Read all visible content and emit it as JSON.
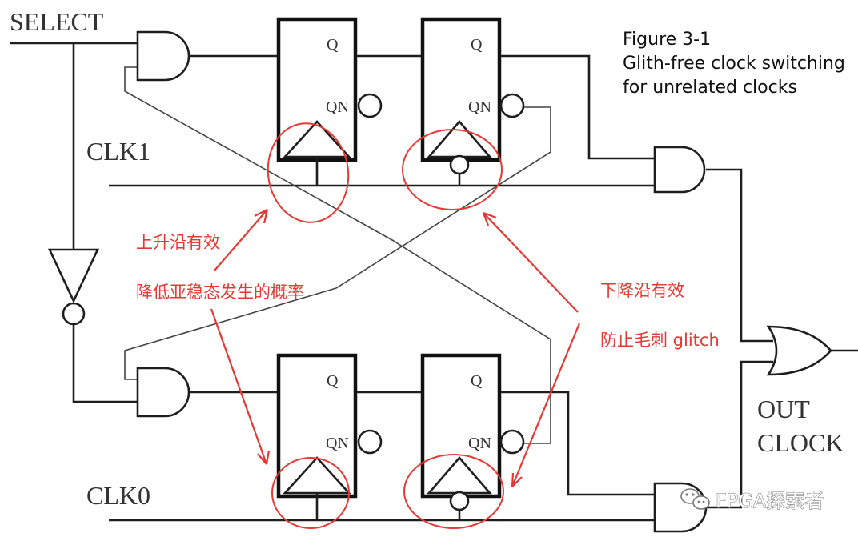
{
  "signals": {
    "select": "SELECT",
    "clk1": "CLK1",
    "clk0": "CLK0",
    "out_line1": "OUT",
    "out_line2": "CLOCK"
  },
  "pins": {
    "q": "Q",
    "qn": "QN"
  },
  "caption": {
    "line1": "Figure 3-1",
    "line2": "Glith-free clock switching",
    "line3": "for unrelated clocks"
  },
  "annotations": {
    "rising_edge": "上升沿有效",
    "metastability": "降低亚稳态发生的概率",
    "falling_edge": "下降沿有效",
    "glitch": "防止毛刺 glitch"
  },
  "watermark": {
    "text": "FPGA探索者",
    "icon": "wechat-icon"
  },
  "colors": {
    "annotation": "#e53935",
    "wire": "#1e1e1e"
  }
}
